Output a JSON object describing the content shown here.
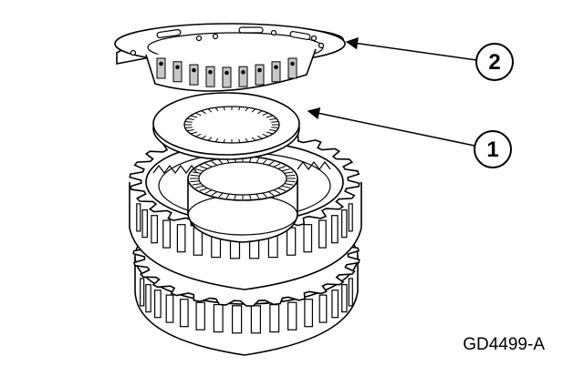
{
  "figure": {
    "code": "GD4499-A",
    "callouts": [
      {
        "id": "callout-1",
        "label": "1"
      },
      {
        "id": "callout-2",
        "label": "2"
      }
    ]
  },
  "colors": {
    "ink": "#000000",
    "paper": "#ffffff",
    "shade": "#c8c8c8"
  }
}
